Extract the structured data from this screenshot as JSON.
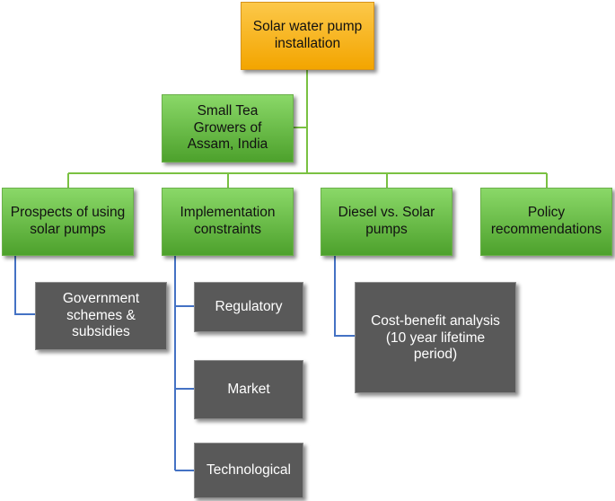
{
  "root": {
    "label": "Solar water pump\ninstallation"
  },
  "context": {
    "label": "Small Tea\nGrowers of\nAssam, India"
  },
  "branches": [
    {
      "label": "Prospects of using\nsolar pumps"
    },
    {
      "label": "Implementation\nconstraints"
    },
    {
      "label": "Diesel vs. Solar\npumps"
    },
    {
      "label": "Policy\nrecommendations"
    }
  ],
  "details": {
    "prospects": [
      {
        "label": "Government\nschemes &\nsubsidies"
      }
    ],
    "constraints": [
      {
        "label": "Regulatory"
      },
      {
        "label": "Market"
      },
      {
        "label": "Technological"
      }
    ],
    "comparison": [
      {
        "label": "Cost-benefit analysis\n(10 year lifetime\nperiod)"
      }
    ]
  },
  "colors": {
    "root_fill": "#f6b01e",
    "branch_fill": "#5cb13a",
    "detail_fill": "#595959",
    "green_connector": "#7ac142",
    "blue_connector": "#4472c4"
  }
}
